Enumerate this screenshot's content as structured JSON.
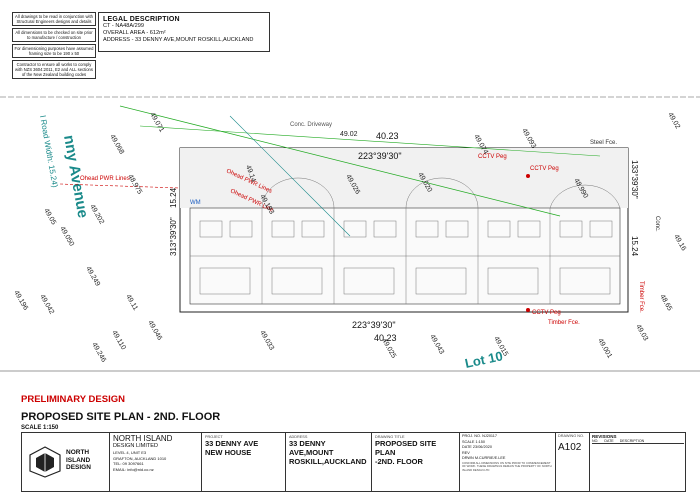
{
  "notes": [
    "All drawings to be read in conjunction with Structural Engineers designs and details",
    "All dimensions to be checked on site prior to manufacture / construction",
    "For dimensioning purposes have assumed framing size to be 190 x 50",
    "Contractor to ensure all works to comply with NZS 3604:2011, E2 and ALL sections of the New Zealand building codes"
  ],
  "legal": {
    "heading": "LEGAL DESCRIPTION",
    "ct": "CT - NA48A/299",
    "area": "OVERALL AREA - 612m²",
    "address": "ADDRESS - 33 DENNY AVE,MOUNT ROSKILL,AUCKLAND"
  },
  "plan": {
    "street": "nny Avenue",
    "road_width": "l Road Width: 15.24)",
    "driveway": "Conc. Driveway",
    "dim_top": "40.23",
    "bearing_top": "223°39'30\"",
    "dim_bottom": "40.23",
    "bearing_bottom": "223°39'30\"",
    "bearing_right": "133°39'30\"",
    "width_right": "15.24",
    "bearing_left": "313°39'30\"",
    "width_left": "15.24",
    "steel_fence": "Steel Fce.",
    "timber_fence_right": "Timber Fce.",
    "timber_fence_bottom": "Timber Fce.",
    "cctv": "CCTV Peg",
    "lot": "Lot 10",
    "ohead_pwr": "Ohead PWR Lines",
    "ohead_pwr2": "Ohead PWR Line",
    "conc": "Conc.",
    "wm": "WM",
    "levels": [
      "49.14",
      "49.02",
      "49.074",
      "49.093",
      "49.071",
      "49.068",
      "48.975",
      "49.193",
      "49.026",
      "49.020",
      "48.990",
      "49.202",
      "49.050",
      "49.249",
      "49.042",
      "49.196",
      "49.05",
      "49.11",
      "49.046",
      "49.110",
      "49.246",
      "49.033",
      "49.025",
      "49.043",
      "49.015",
      "49.001",
      "49.03",
      "49.02",
      "48.65",
      "49.16"
    ]
  },
  "prelim": "PRELIMINARY DESIGN",
  "title": "PROPOSED SITE PLAN - 2ND. FLOOR",
  "scale": "SCALE  1:150",
  "title_block": {
    "company_line1": "NORTH ISLAND",
    "company_line2": "DESIGN LIMITED",
    "address1": "LEVEL 4,  UNIT E3",
    "address2": "GRAFTON, AUCKLAND 1010",
    "tel": "TEL: 09 3097661",
    "email": "EMAIL: info@nid.co.nz",
    "logo_text1": "NORTH",
    "logo_text2": "ISLAND",
    "logo_text3": "DESIGN",
    "project_cap": "PROJECT",
    "project1": "33 DENNY AVE",
    "project2": "NEW HOUSE",
    "address_cap": "ADDRESS",
    "site1": "33 DENNY AVE,MOUNT",
    "site2": "ROSKILL,AUCKLAND",
    "drawing_cap": "DRAWING TITLE",
    "drawing1": "PROPOSED SITE PLAN",
    "drawing2": "-2ND. FLOOR",
    "proj_no_cap": "PROJ. NO.",
    "proj_no": "NJ20117",
    "scale_cap": "SCALE",
    "scale_val": "1:150",
    "date_cap": "DATE",
    "date_val": "23/06/2020",
    "rev_cap": "REV",
    "drawn_cap": "DRWN",
    "drawn_val": "M.CURRIE/E.LEE",
    "sheet_cap": "DRAWING NO.",
    "sheet": "A102",
    "copyright": "CONFIRM ALL DIMENSIONS ON SITE PRIOR TO COMMENCEMENT OF WORK. THESE DRAWINGS REMAIN THE PROPERTY OF NORTH ISLAND DESIGN LTD",
    "revisions": "REVISIONS",
    "rev_no": "NO.",
    "rev_date": "DATE",
    "rev_desc": "DESCRIPTION"
  }
}
